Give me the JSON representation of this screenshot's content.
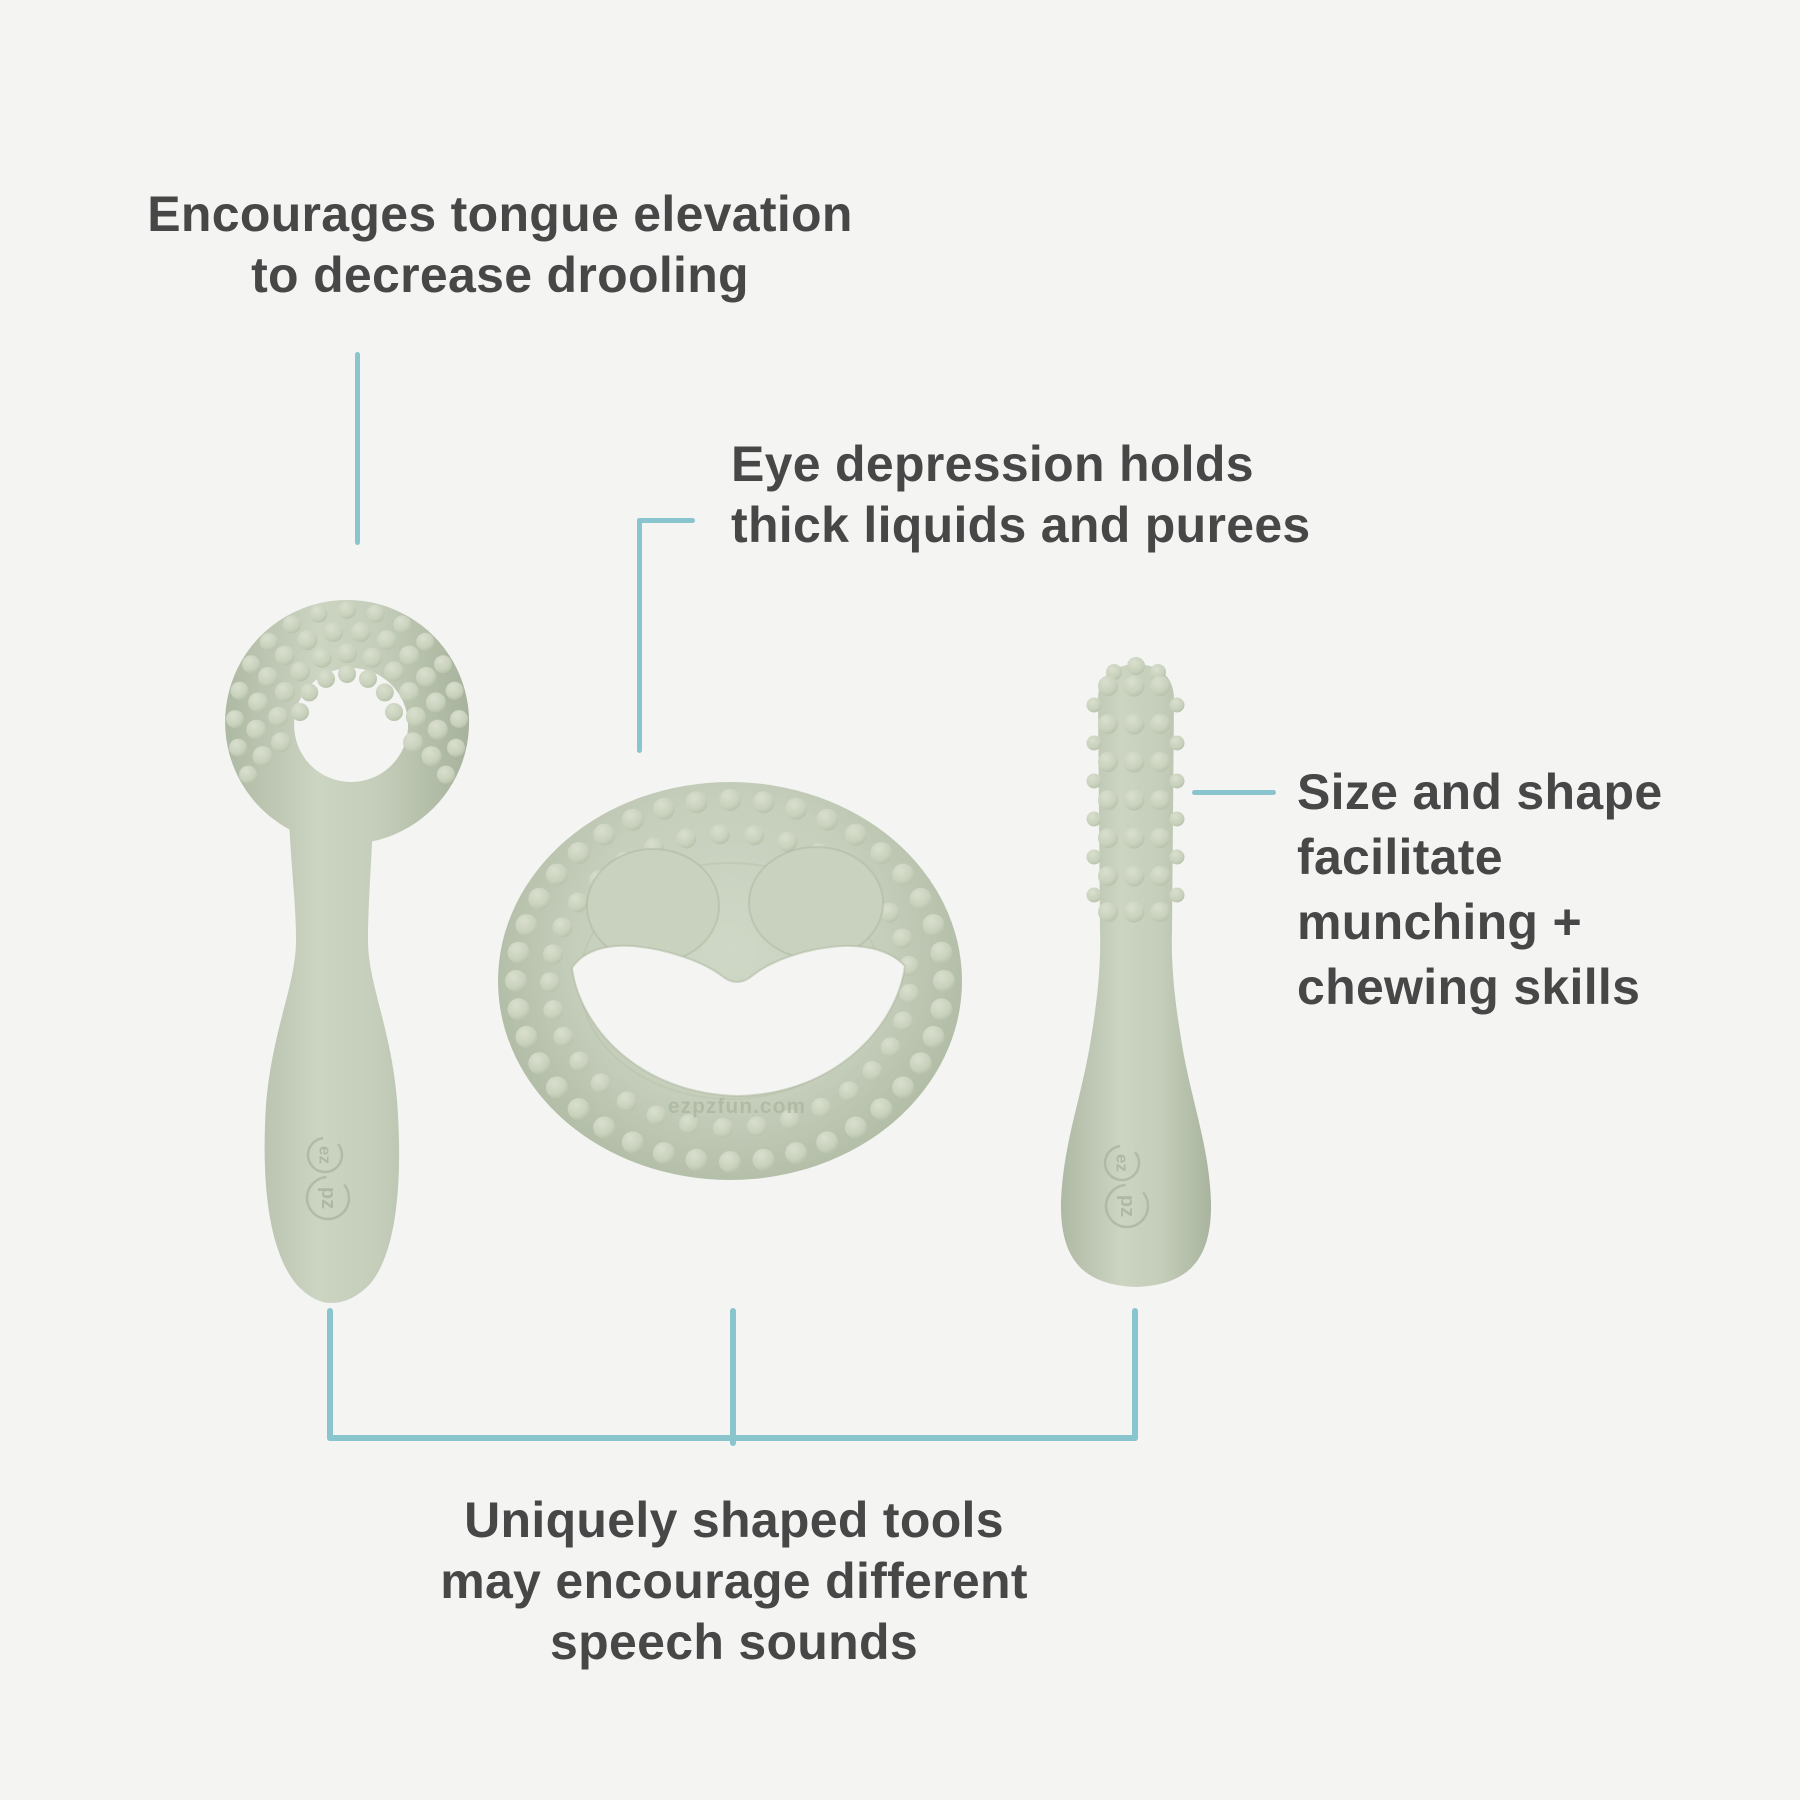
{
  "page": {
    "background_color": "#f4f4f2"
  },
  "palette": {
    "accent_line": "#8ac5ce",
    "annotation_text": "#474747",
    "product_sage": "#c3cdb8",
    "bump_highlight": "#d9dfce",
    "bump_shadow": "#aeb9a1"
  },
  "annotations": {
    "tongue_elevation": {
      "line1": "Encourages tongue elevation",
      "line2": "to decrease drooling"
    },
    "eye_depression": {
      "line1": "Eye depression holds",
      "line2": "thick liquids and purees"
    },
    "size_shape": {
      "line1": "Size and shape",
      "line2": "facilitate",
      "line3": "munching +",
      "line4": "chewing skills"
    },
    "unique_tools": {
      "line1": "Uniquely shaped tools",
      "line2": "may encourage different",
      "line3": "speech sounds"
    }
  },
  "brand": {
    "url": "ezpzfun.com",
    "logo_top": "ez",
    "logo_bottom": "pz"
  }
}
